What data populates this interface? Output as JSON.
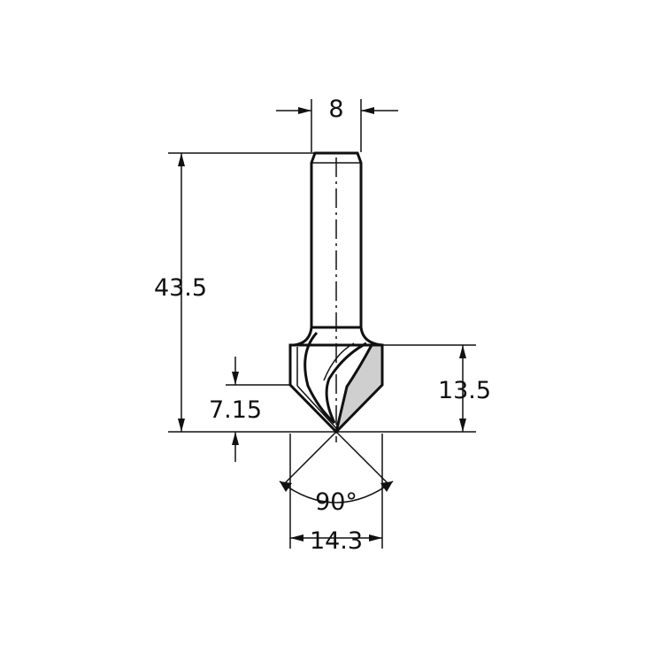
{
  "dimensions": {
    "shank_diameter": "8",
    "total_length": "43.5",
    "cutting_height": "13.5",
    "tip_height": "7.15",
    "angle": "90°",
    "cutting_diameter": "14.3"
  },
  "colors": {
    "line": "#111111",
    "face_fill": "#cfcfcf",
    "background": "#ffffff"
  }
}
